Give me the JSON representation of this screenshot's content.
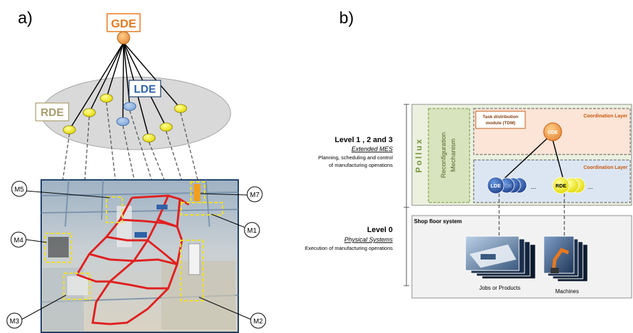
{
  "panel_a": {
    "label": "a)",
    "gde": "GDE",
    "ldes": "LDE",
    "rde": "RDE",
    "machines": [
      "M1",
      "M2",
      "M3",
      "M4",
      "M5",
      "M7"
    ]
  },
  "panel_b": {
    "label": "b)",
    "pollux": "Pollux",
    "reconfiguration": [
      "Reconfiguration",
      "Mechanism"
    ],
    "tdm": [
      "Task distribution",
      "module (TDM)"
    ],
    "coordination_layer_top": "Coordination  Layer",
    "coordination_layer_bottom": "Coordination  Layer",
    "gde": "GDE",
    "lde": "LDE",
    "lde_ghost": "DE",
    "rde": "RDE",
    "ellipsis": "...",
    "level_123": {
      "title": "Level 1 , 2 and 3",
      "subtitle": "Extended MES",
      "desc": [
        "Planning, scheduling and control",
        "of manufacturing operations"
      ]
    },
    "level_0": {
      "title": "Level 0",
      "subtitle": "Physical Systems",
      "desc": "Execution of manufacturing operations"
    },
    "shop_floor": "Shop floor system",
    "jobs": "Jobs or Products",
    "machines_label": "Machines"
  },
  "colors": {
    "gde_orange": "#e8791e",
    "lde_blue": "#2e62a8",
    "rde_olive": "#a99b6c",
    "yellow_node": "#f7f22f",
    "red_track": "#e02020",
    "pollux_green": "#76933c"
  }
}
